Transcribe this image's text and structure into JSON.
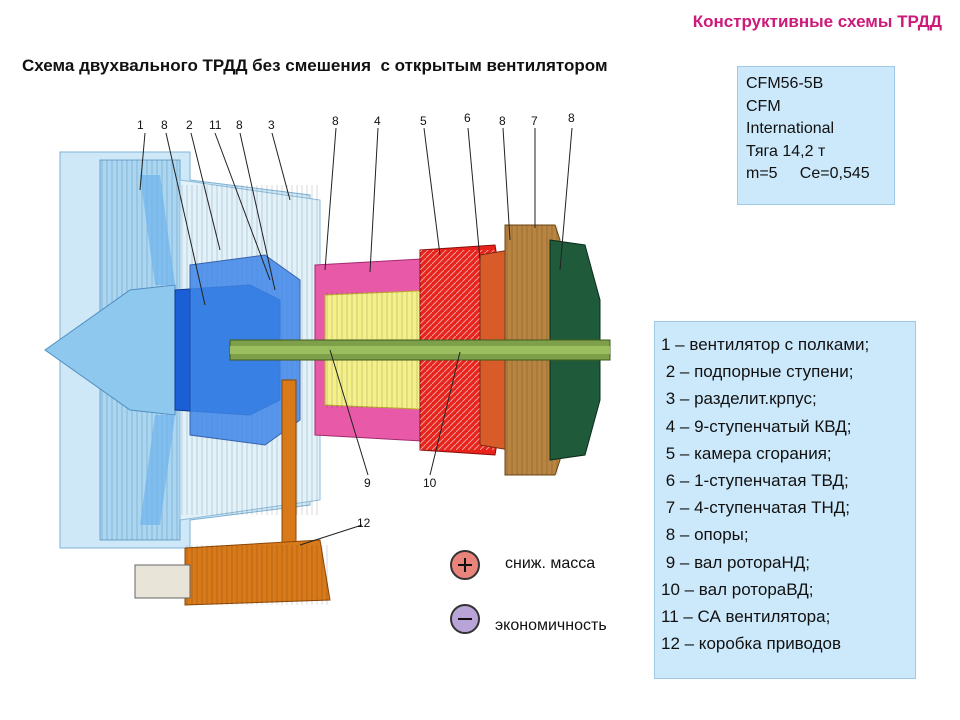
{
  "header": {
    "title": "Конструктивные схемы ТРДД"
  },
  "main": {
    "title": "Схема двухвального ТРДД без смешения  с открытым вентилятором"
  },
  "spec": {
    "lines": [
      "CFM56-5B",
      "CFM",
      "International",
      "Тяга 14,2 т",
      "m=5     Ce=0,545"
    ]
  },
  "legend": {
    "items": [
      "1 – вентилятор с полками;",
      " 2 – подпорные ступени;",
      " 3 – разделит.крпус;",
      " 4 – 9-ступенчатый КВД;",
      " 5 – камера сгорания;",
      " 6 – 1-ступенчатая ТВД;",
      " 7 – 4-ступенчатая ТНД;",
      " 8 – опоры;",
      " 9 – вал ротораНД;",
      "10 – вал ротораВД;",
      "11 – СА вентилятора;",
      "12 – коробка приводов"
    ]
  },
  "callouts": [
    "1",
    "8",
    "2",
    "11",
    "8",
    "3",
    "8",
    "4",
    "5",
    "6",
    "8",
    "7",
    "8",
    "9",
    "10",
    "12"
  ],
  "symbols": {
    "plus": {
      "label": "сниж. масса",
      "color": "#e8847c"
    },
    "minus": {
      "label": "экономичность",
      "color": "#b9a4d8"
    }
  },
  "colors": {
    "fan": "#1a5fd6",
    "booster": "#3f86e8",
    "casing": "#bfe3f6",
    "hpc": "#f4f08a",
    "hpc_case": "#e85aa8",
    "combustor": "#e8231c",
    "hpt": "#d85b2a",
    "lpt": "#b88442",
    "exhaust": "#1f5a3b",
    "shaft": "#7fa04a",
    "gearbox": "#d97a1a",
    "accent": "#cc1a7a"
  }
}
